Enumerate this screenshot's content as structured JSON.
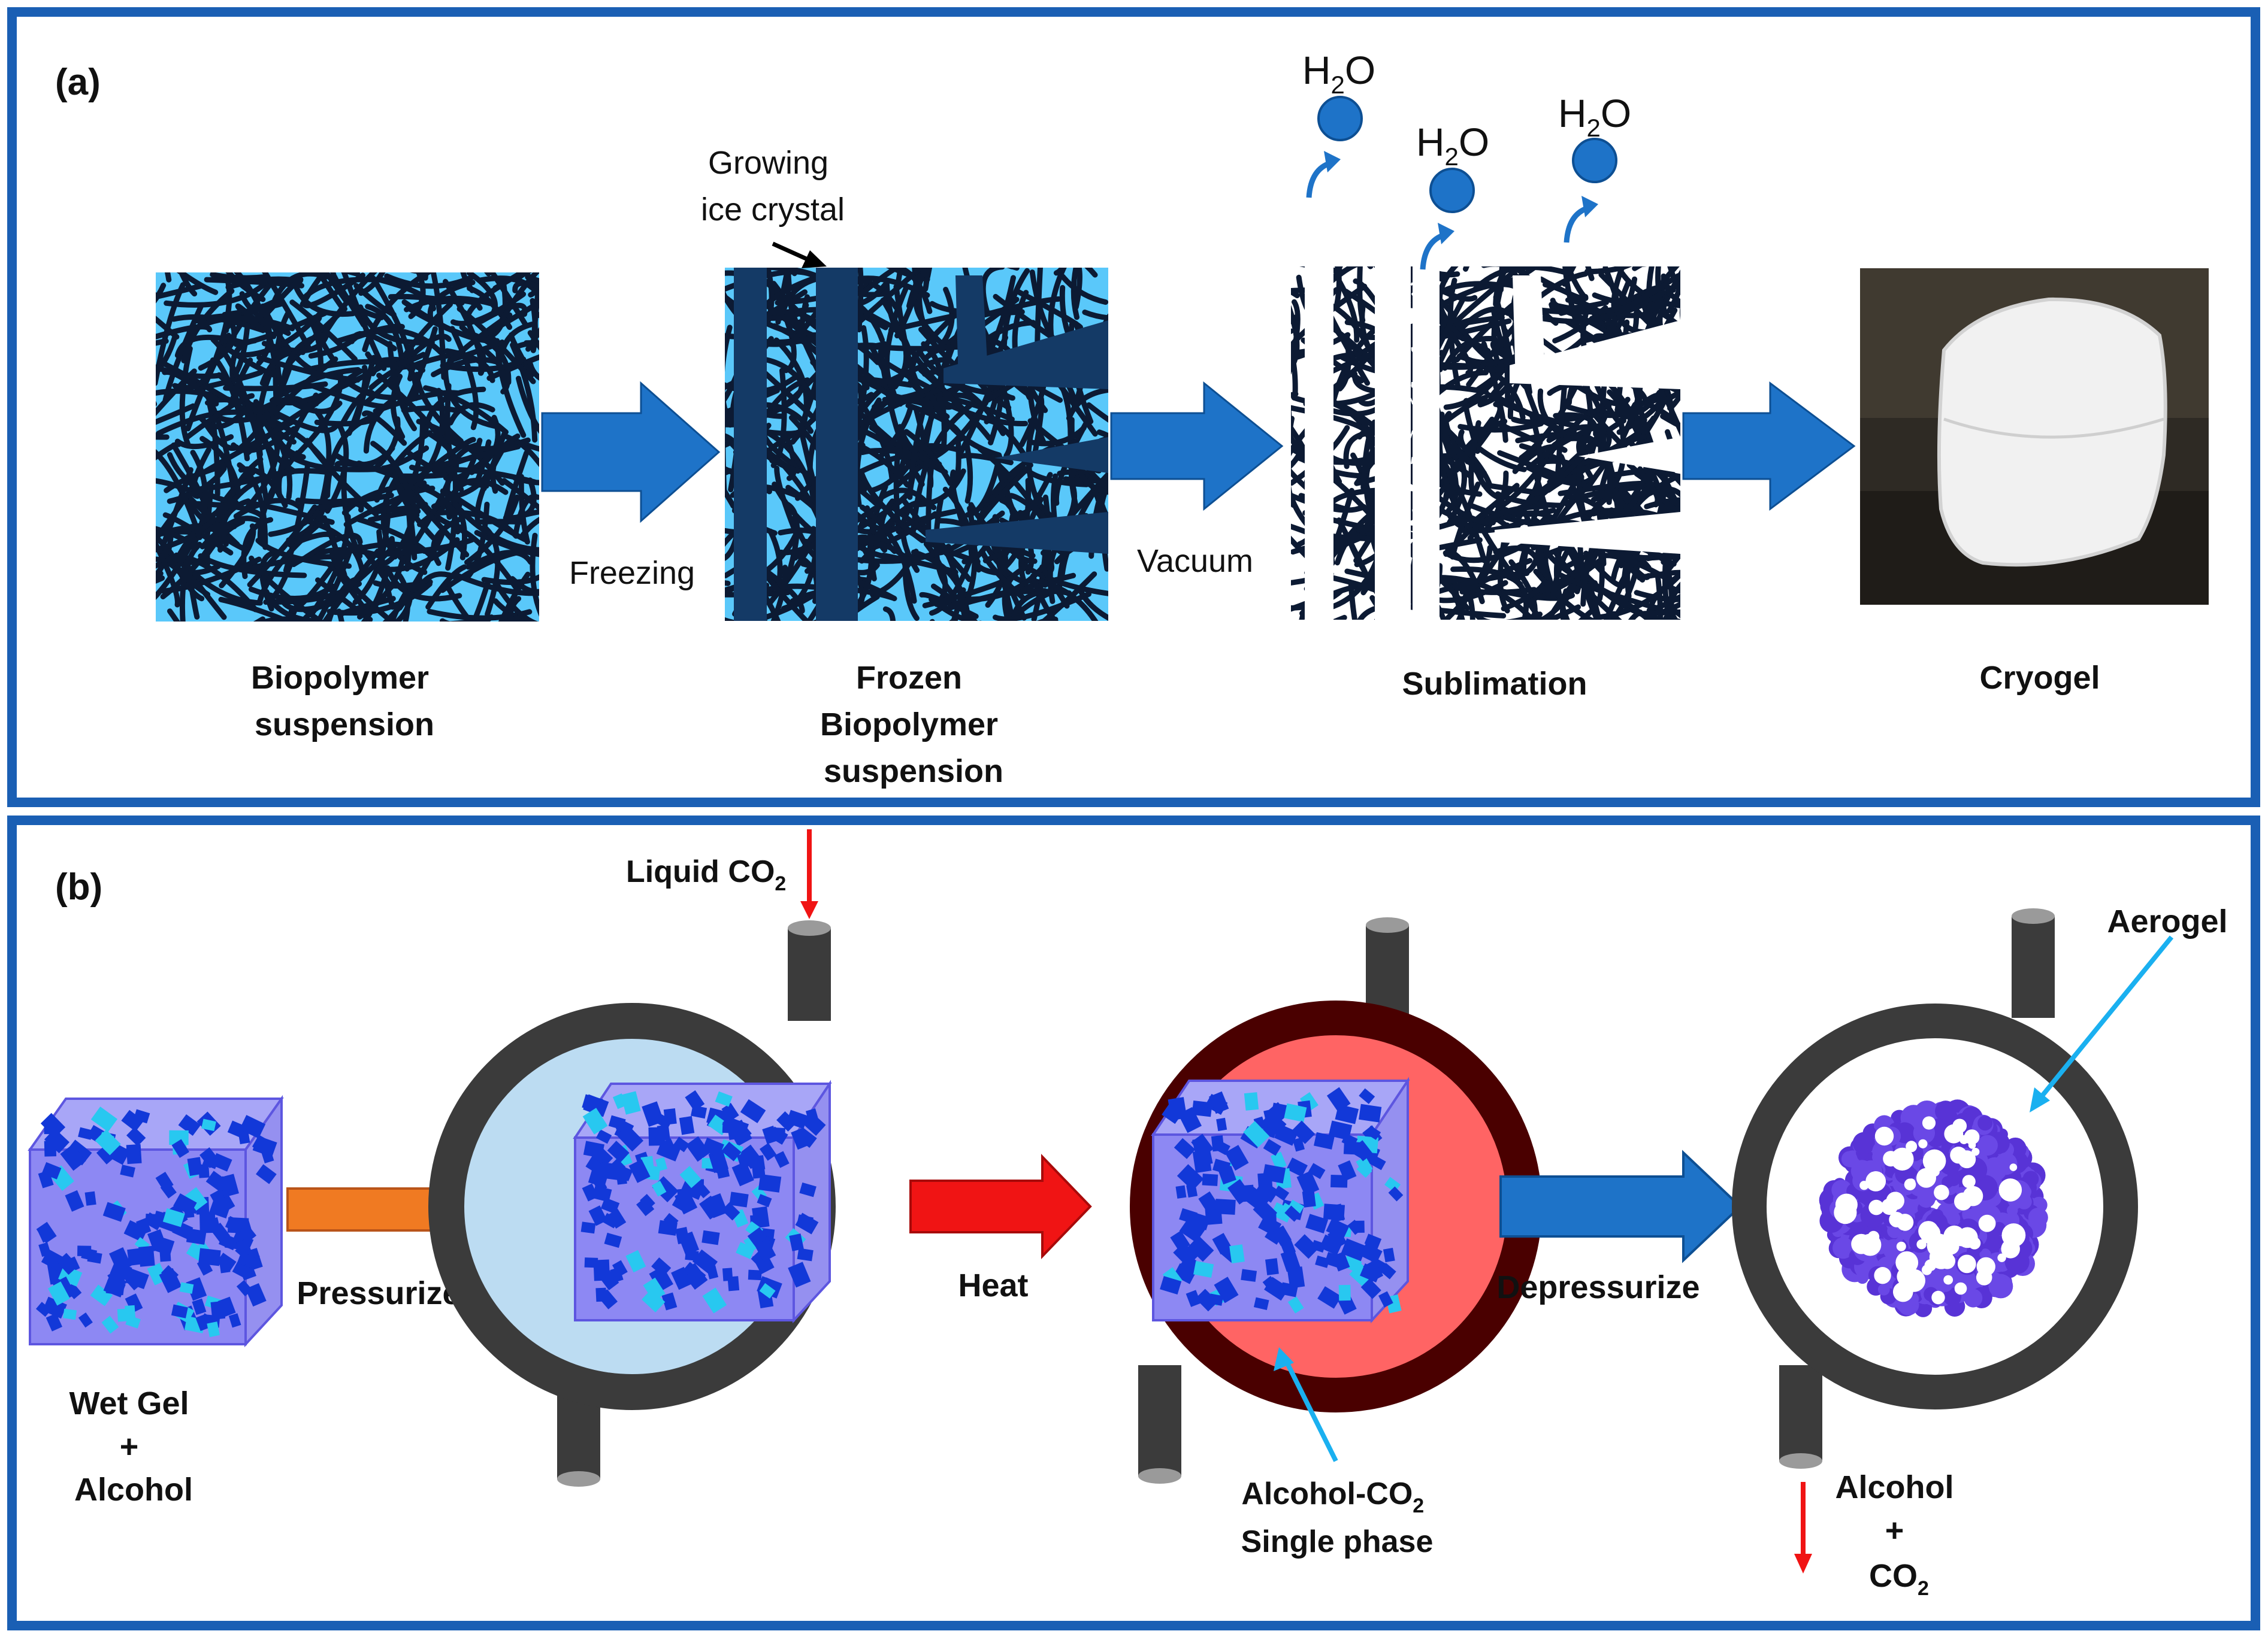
{
  "panel_a": {
    "label": "(a)",
    "steps": [
      {
        "caption_lines": [
          "Biopolymer",
          "suspension"
        ]
      },
      {
        "caption_lines": [
          "Frozen",
          "Biopolymer",
          "suspension"
        ]
      },
      {
        "caption_lines": [
          "Sublimation"
        ]
      },
      {
        "caption_lines": [
          "Cryogel"
        ]
      }
    ],
    "arrows": [
      "Freezing",
      "Vacuum"
    ],
    "callout_lines": [
      "Growing",
      "ice crystal"
    ],
    "vapor": {
      "base": "H",
      "sub": "2",
      "tail": "O"
    }
  },
  "panel_b": {
    "label": "(b)",
    "wet_gel_lines": [
      "Wet Gel",
      "+",
      "Alcohol"
    ],
    "arrows": [
      "Pressurize",
      "Heat",
      "Depressurize"
    ],
    "liquid_co2": {
      "text": "Liquid CO",
      "sub": "2"
    },
    "single_phase": {
      "line1_text": "Alcohol-CO",
      "line1_sub": "2",
      "line2": "Single phase"
    },
    "aerogel": "Aerogel",
    "outflow": {
      "line1": "Alcohol",
      "line2": "+",
      "line3_text": "CO",
      "line3_sub": "2"
    }
  },
  "colors": {
    "frame": "#1a5fb4",
    "arrow_blue": "#1e73c8",
    "arrow_orange": "#f07a22",
    "arrow_red": "#f01414",
    "water_blue": "#5ac8fa",
    "fiber": "#0c1a33",
    "vessel": "#3b3b3b",
    "pale_blue": "#bcdcf2",
    "salmon": "#ff6464",
    "maroon": "#4a0000",
    "gel_purple": "#6f73f5",
    "aerogel_purple": "#5833d6"
  }
}
